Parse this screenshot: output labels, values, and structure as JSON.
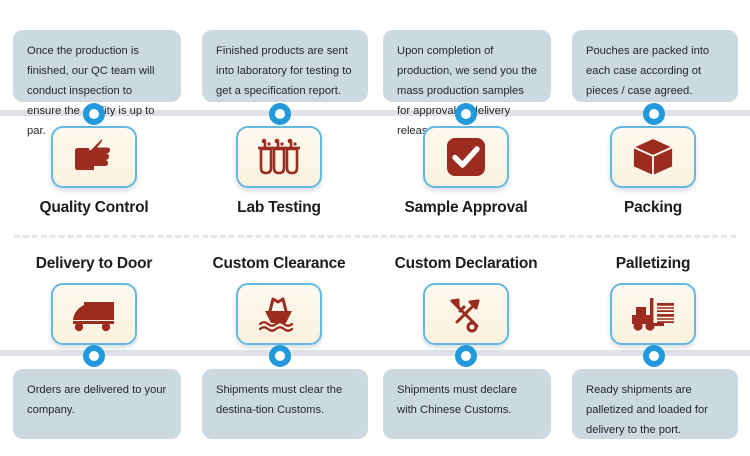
{
  "theme": {
    "icon_color": "#9c2b20",
    "tile_border": "#63b9e2",
    "tile_fill": "#fcf6ea",
    "dot_color": "#2399dd",
    "note_bg": "#ccd9e0",
    "track_color": "#dfe3e8",
    "label_color": "#1b1d1f"
  },
  "steps": [
    {
      "id": "quality-control",
      "label": "Quality Control",
      "icon": "thumbs-up-icon",
      "note": "Once the production is finished, our QC team will conduct inspection to ensure the quality is up to par."
    },
    {
      "id": "lab-testing",
      "label": "Lab Testing",
      "icon": "test-tubes-icon",
      "note": "Finished products are sent into laboratory for testing to get a specification report."
    },
    {
      "id": "sample-approval",
      "label": "Sample Approval",
      "icon": "check-square-icon",
      "note": "Upon completion of production, we send you the mass production samples for approval of delivery release."
    },
    {
      "id": "packing",
      "label": "Packing",
      "icon": "box-icon",
      "note": "Pouches are packed into each case according ot pieces / case agreed."
    },
    {
      "id": "delivery-to-door",
      "label": "Delivery to Door",
      "icon": "truck-icon",
      "note": "Orders are delivered to your company."
    },
    {
      "id": "custom-clearance",
      "label": "Custom Clearance",
      "icon": "ship-icon",
      "note": "Shipments must clear the destina-tion Customs."
    },
    {
      "id": "custom-declaration",
      "label": "Custom Declaration",
      "icon": "key-anchor-icon",
      "note": "Shipments must declare with Chinese Customs."
    },
    {
      "id": "palletizing",
      "label": "Palletizing",
      "icon": "forklift-icon",
      "note": "Ready shipments are palletized and loaded for delivery to the port."
    }
  ]
}
